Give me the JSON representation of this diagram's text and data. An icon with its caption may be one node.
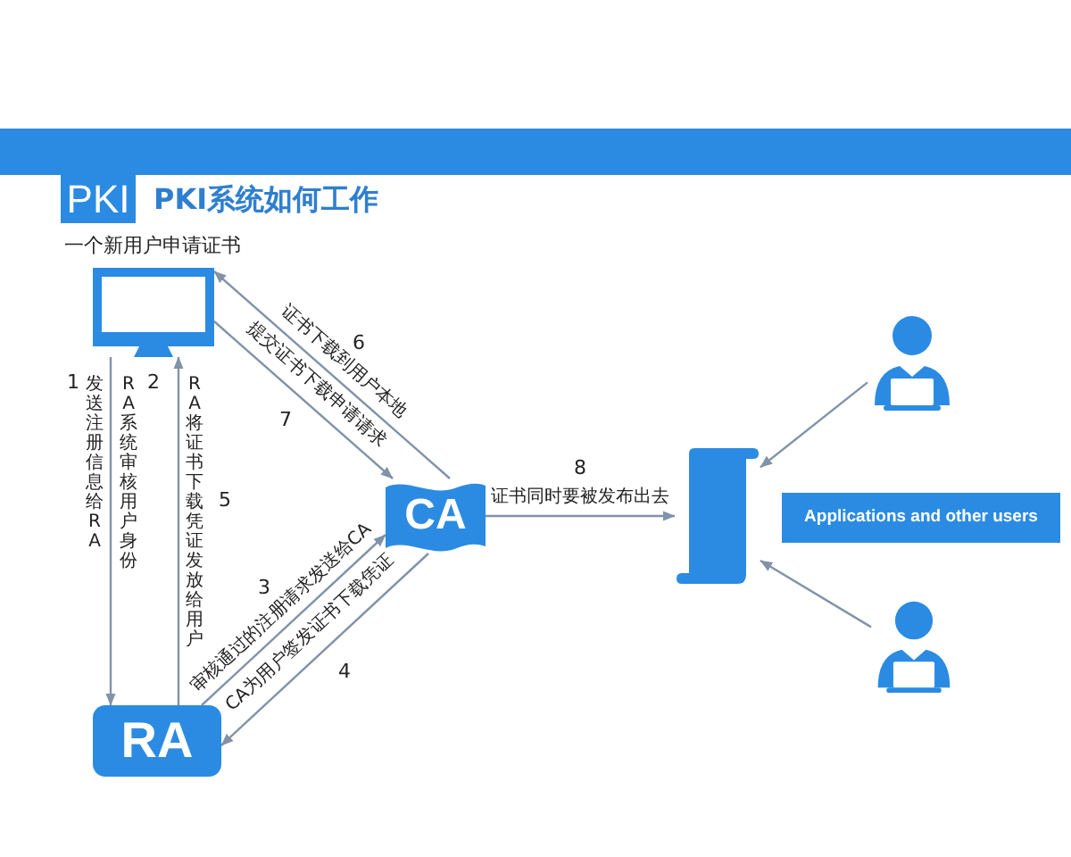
{
  "diagram": {
    "title": "PKI系统如何工作",
    "nodes": [
      {
        "text": [
          "PKI"
        ]
      },
      {
        "text": [],
        "shape": "monitor",
        "beside": [
          "一个新用户申请证书"
        ]
      },
      {
        "text": [
          "RA"
        ]
      },
      {
        "text": [
          "CA"
        ]
      },
      {
        "text": [],
        "shape": "scroll"
      },
      {
        "text": [],
        "shape": "person"
      },
      {
        "text": [
          "Applications and other users"
        ]
      },
      {
        "text": [],
        "shape": "person"
      }
    ],
    "edges": [
      {
        "from": 1,
        "to": 2,
        "arrow": "to",
        "label": "发送注册信息给RA"
      },
      {
        "from": 2,
        "to": 1,
        "arrow": "to",
        "label": "RA将证书下载凭证发放给用户"
      },
      {
        "from": 2,
        "to": 3,
        "arrow": "to",
        "label": "审核通过的注册请求发送给CA"
      },
      {
        "from": 3,
        "to": 2,
        "arrow": "to",
        "label": "CA为用户签发证书下载凭证"
      },
      {
        "from": 3,
        "to": 1,
        "arrow": "to",
        "label": "证书下载到用户本地"
      },
      {
        "from": 1,
        "to": 3,
        "arrow": "to",
        "label": "提交证书下载申请请求"
      },
      {
        "from": 3,
        "to": 4,
        "arrow": "to",
        "label": "证书同时要被发布出去"
      },
      {
        "from": 5,
        "to": 4,
        "arrow": "to"
      },
      {
        "from": 7,
        "to": 4,
        "arrow": "to"
      }
    ],
    "labels": [
      "6",
      "1",
      "2",
      "RA系统审核用户身份",
      "8",
      "7",
      "5",
      "3",
      "4"
    ]
  }
}
